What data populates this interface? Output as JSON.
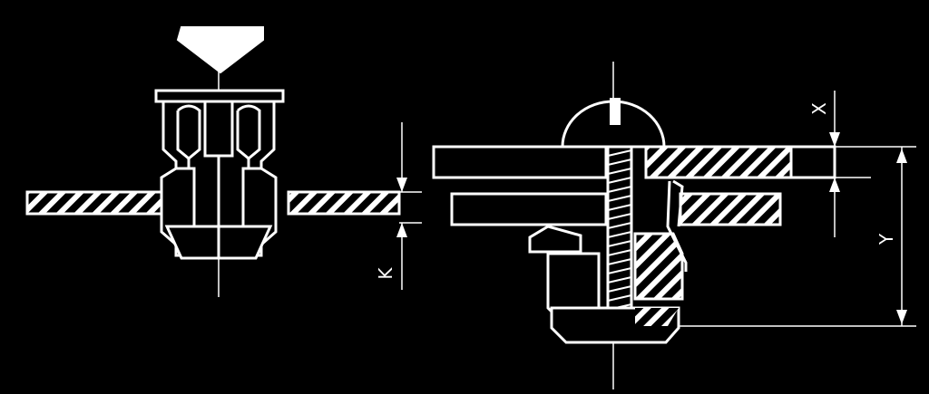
{
  "diagram": {
    "labels": {
      "k": "K",
      "x": "X",
      "y": "Y"
    },
    "colors": {
      "background": "#000000",
      "lines": "#ffffff"
    }
  }
}
